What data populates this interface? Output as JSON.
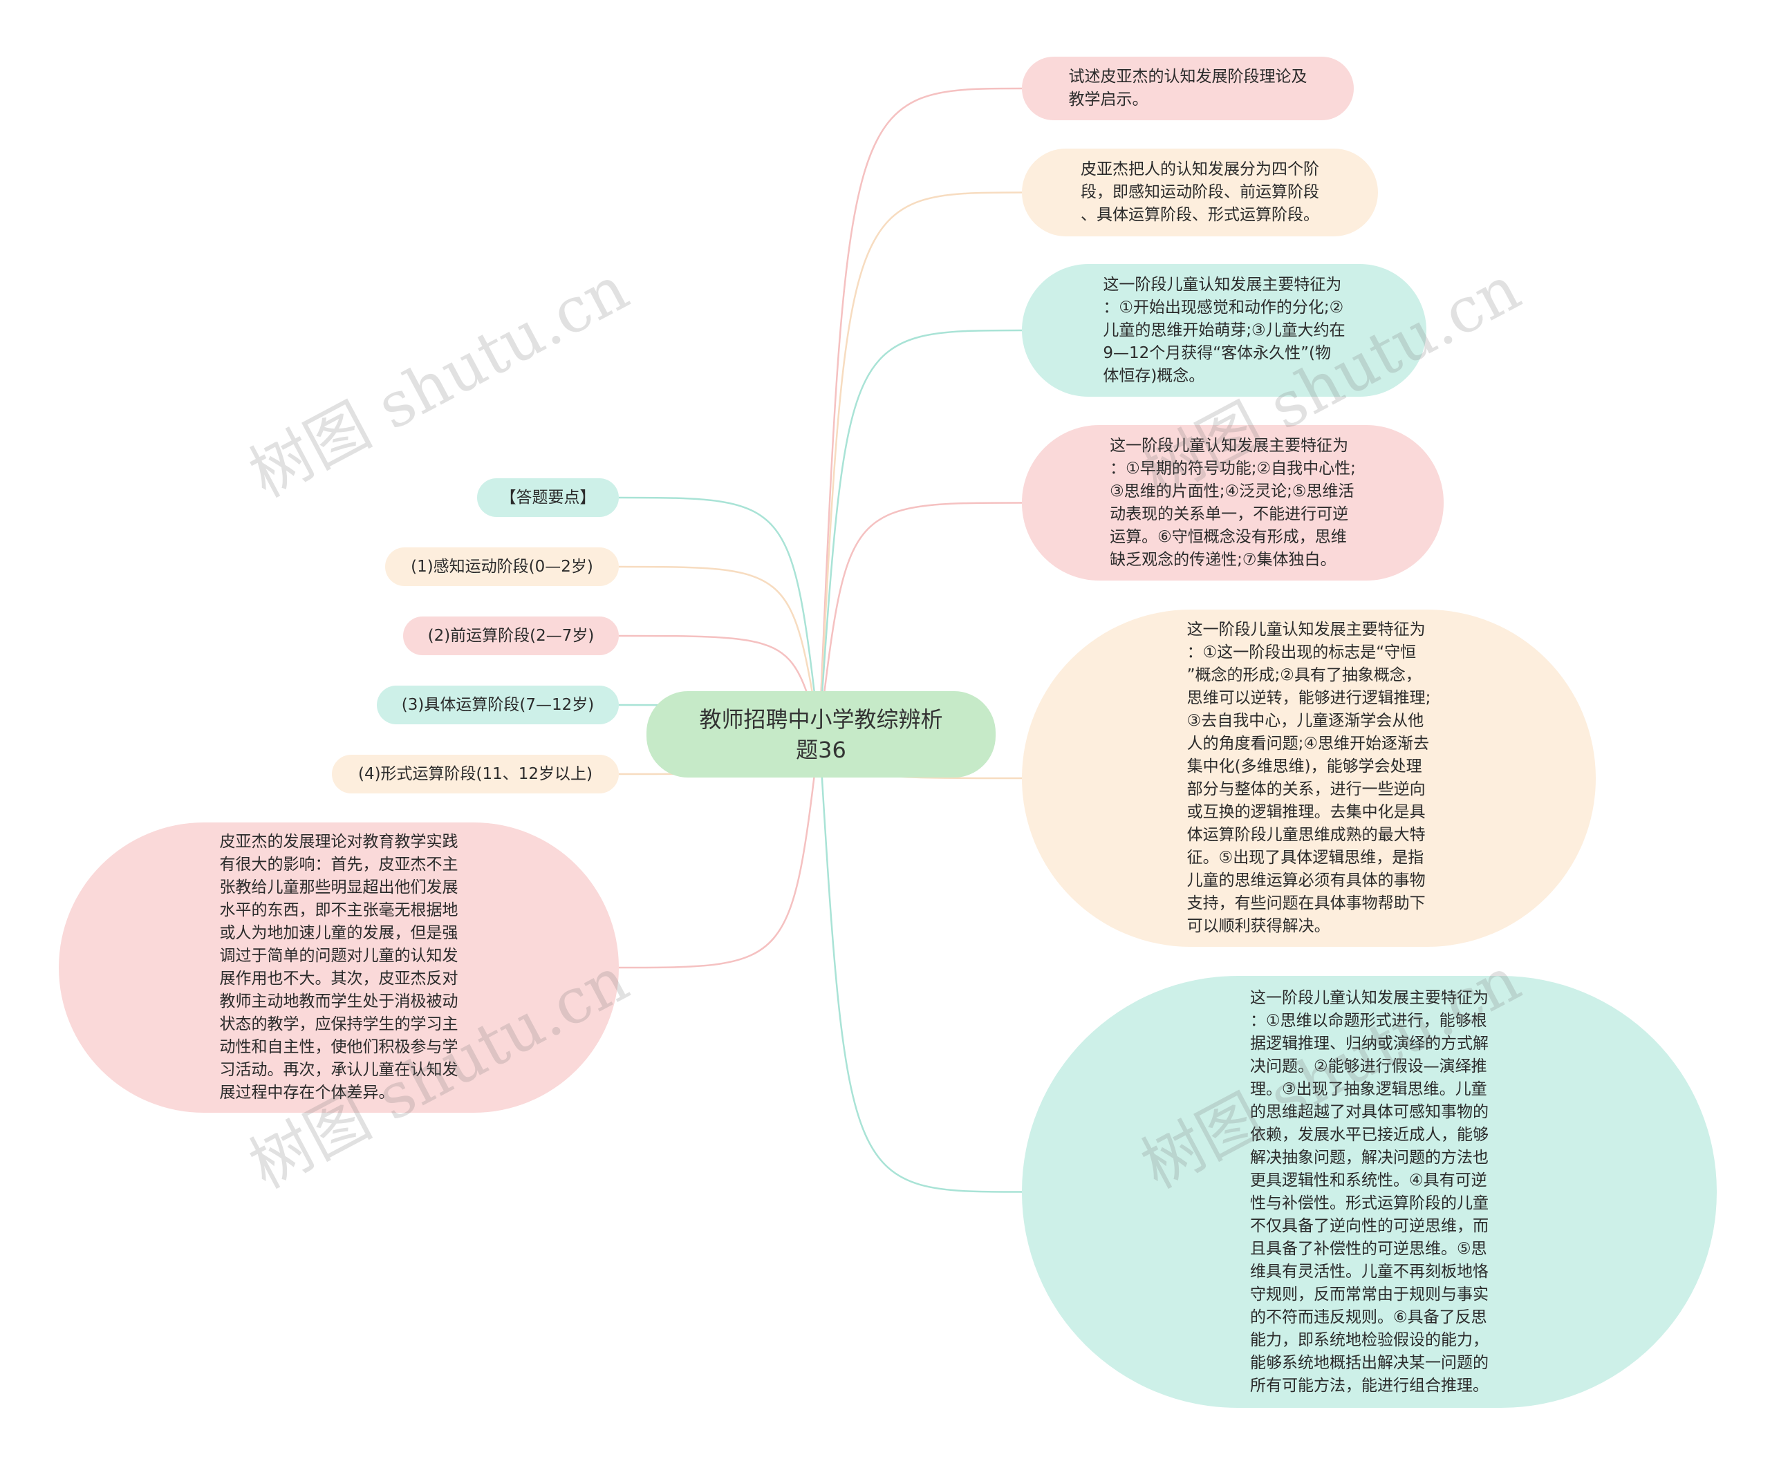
{
  "center": {
    "label": "教师招聘中小学教综辨析\n题36"
  },
  "left_nodes": [
    {
      "label": "【答题要点】",
      "color": "#cdf0e8"
    },
    {
      "label": "(1)感知运动阶段(0—2岁)",
      "color": "#fdeedd"
    },
    {
      "label": "(2)前运算阶段(2—7岁)",
      "color": "#fad9d9"
    },
    {
      "label": "(3)具体运算阶段(7—12岁)",
      "color": "#cdf0e8"
    },
    {
      "label": "(4)形式运算阶段(11、12岁以上)",
      "color": "#fdeedd"
    },
    {
      "label": "皮亚杰的发展理论对教育教学实践\n有很大的影响：首先，皮亚杰不主\n张教给儿童那些明显超出他们发展\n水平的东西，即不主张毫无根据地\n或人为地加速儿童的发展，但是强\n调过于简单的问题对儿童的认知发\n展作用也不大。其次，皮亚杰反对\n教师主动地教而学生处于消极被动\n状态的教学，应保持学生的学习主\n动性和自主性，使他们积极参与学\n习活动。再次，承认儿童在认知发\n展过程中存在个体差异。",
      "color": "#fad9d9"
    }
  ],
  "right_nodes": [
    {
      "label": "试述皮亚杰的认知发展阶段理论及\n教学启示。",
      "color": "#fad9d9"
    },
    {
      "label": "皮亚杰把人的认知发展分为四个阶\n段，即感知运动阶段、前运算阶段\n、具体运算阶段、形式运算阶段。",
      "color": "#fdeedd"
    },
    {
      "label": "这一阶段儿童认知发展主要特征为\n：①开始出现感觉和动作的分化;②\n儿童的思维开始萌芽;③儿童大约在\n9—12个月获得“客体永久性”(物\n体恒存)概念。",
      "color": "#cdf0e8"
    },
    {
      "label": "这一阶段儿童认知发展主要特征为\n：①早期的符号功能;②自我中心性;\n③思维的片面性;④泛灵论;⑤思维活\n动表现的关系单一，不能进行可逆\n运算。⑥守恒概念没有形成，思维\n缺乏观念的传递性;⑦集体独白。",
      "color": "#fad9d9"
    },
    {
      "label": "这一阶段儿童认知发展主要特征为\n：①这一阶段出现的标志是“守恒\n”概念的形成;②具有了抽象概念，\n思维可以逆转，能够进行逻辑推理;\n③去自我中心，儿童逐渐学会从他\n人的角度看问题;④思维开始逐渐去\n集中化(多维思维)，能够学会处理\n部分与整体的关系，进行一些逆向\n或互换的逻辑推理。去集中化是具\n体运算阶段儿童思维成熟的最大特\n征。⑤出现了具体逻辑思维，是指\n儿童的思维运算必须有具体的事物\n支持，有些问题在具体事物帮助下\n可以顺利获得解决。",
      "color": "#fdeedd"
    },
    {
      "label": "这一阶段儿童认知发展主要特征为\n：①思维以命题形式进行，能够根\n据逻辑推理、归纳或演绎的方式解\n决问题。②能够进行假设—演绎推\n理。③出现了抽象逻辑思维。儿童\n的思维超越了对具体可感知事物的\n依赖，发展水平已接近成人，能够\n解决抽象问题，解决问题的方法也\n更具逻辑性和系统性。④具有可逆\n性与补偿性。形式运算阶段的儿童\n不仅具备了逆向性的可逆思维，而\n且具备了补偿性的可逆思维。⑤思\n维具有灵活性。儿童不再刻板地恪\n守规则，反而常常由于规则与事实\n的不符而违反规则。⑥具备了反思\n能力，即系统地检验假设的能力，\n能够系统地概括出解决某一问题的\n所有可能方法，能进行组合推理。",
      "color": "#cdf0e8"
    }
  ],
  "watermark": "树图 shutu.cn"
}
